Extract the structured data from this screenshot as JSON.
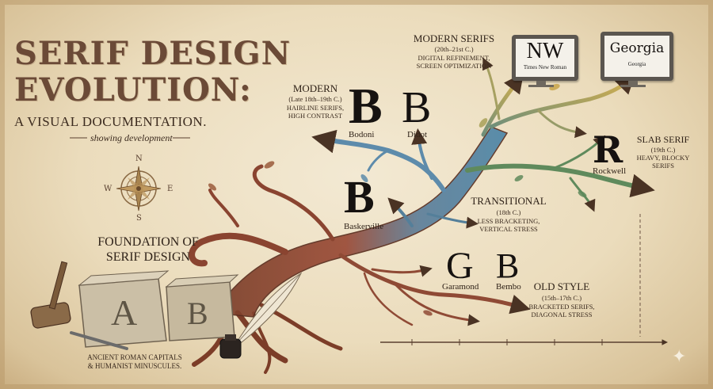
{
  "title_line1": "SERIF DESIGN",
  "title_line2": "EVOLUTION:",
  "subtitle": "A VISUAL DOCUMENTATION.",
  "tagline": "showing development",
  "compass": {
    "n": "N",
    "s": "S",
    "e": "E",
    "w": "W"
  },
  "foundation": {
    "line1": "FOUNDATION OF",
    "line2": "SERIF DESIGN",
    "blocks": [
      "A",
      "B"
    ],
    "caption_line1": "ANCIENT ROMAN CAPITALS",
    "caption_line2": "& HUMANIST MINUSCULES."
  },
  "old_style": {
    "name": "OLD STYLE",
    "era": "(15th–17th C.)",
    "desc_line1": "BRACKETED SERIFS,",
    "desc_line2": "DIAGONAL STRESS",
    "samples": [
      {
        "glyph": "G",
        "font": "Garamond"
      },
      {
        "glyph": "B",
        "font": "Bembo"
      }
    ]
  },
  "transitional": {
    "name": "TRANSITIONAL",
    "era": "(18th C.)",
    "desc_line1": "LESS BRACKETING,",
    "desc_line2": "VERTICAL STRESS",
    "samples": [
      {
        "glyph": "B",
        "font": "Baskerville"
      }
    ]
  },
  "modern": {
    "name": "MODERN",
    "era": "(Late 18th–19th C.)",
    "desc_line1": "HAIRLINE SERIFS,",
    "desc_line2": "HIGH CONTRAST",
    "samples": [
      {
        "glyph": "B",
        "font": "Bodoni"
      },
      {
        "glyph": "B",
        "font": "Didot"
      }
    ]
  },
  "slab_serif": {
    "name": "SLAB SERIF",
    "era": "(19th C.)",
    "desc_line1": "HEAVY, BLOCKY",
    "desc_line2": "SERIFS",
    "samples": [
      {
        "glyph": "R",
        "font": "Rockwell"
      }
    ]
  },
  "modern_serifs": {
    "name": "MODERN SERIFS",
    "era": "(20th–21st C.)",
    "desc_line1": "DIGITAL REFINEMENT,",
    "desc_line2": "SCREEN OPTIMIZATION",
    "monitors": [
      {
        "glyph": "NW",
        "font": "Times New Roman"
      },
      {
        "glyph": "Georgia",
        "font": "Georgia"
      }
    ]
  },
  "colors": {
    "root": "#8a4a32",
    "transitional_branch": "#4f7f9a",
    "modern_branch": "#5b8ba8",
    "slab_branch": "#5f8a5c",
    "modern_serifs_branch": "#c8a54a",
    "ink": "#161210"
  }
}
